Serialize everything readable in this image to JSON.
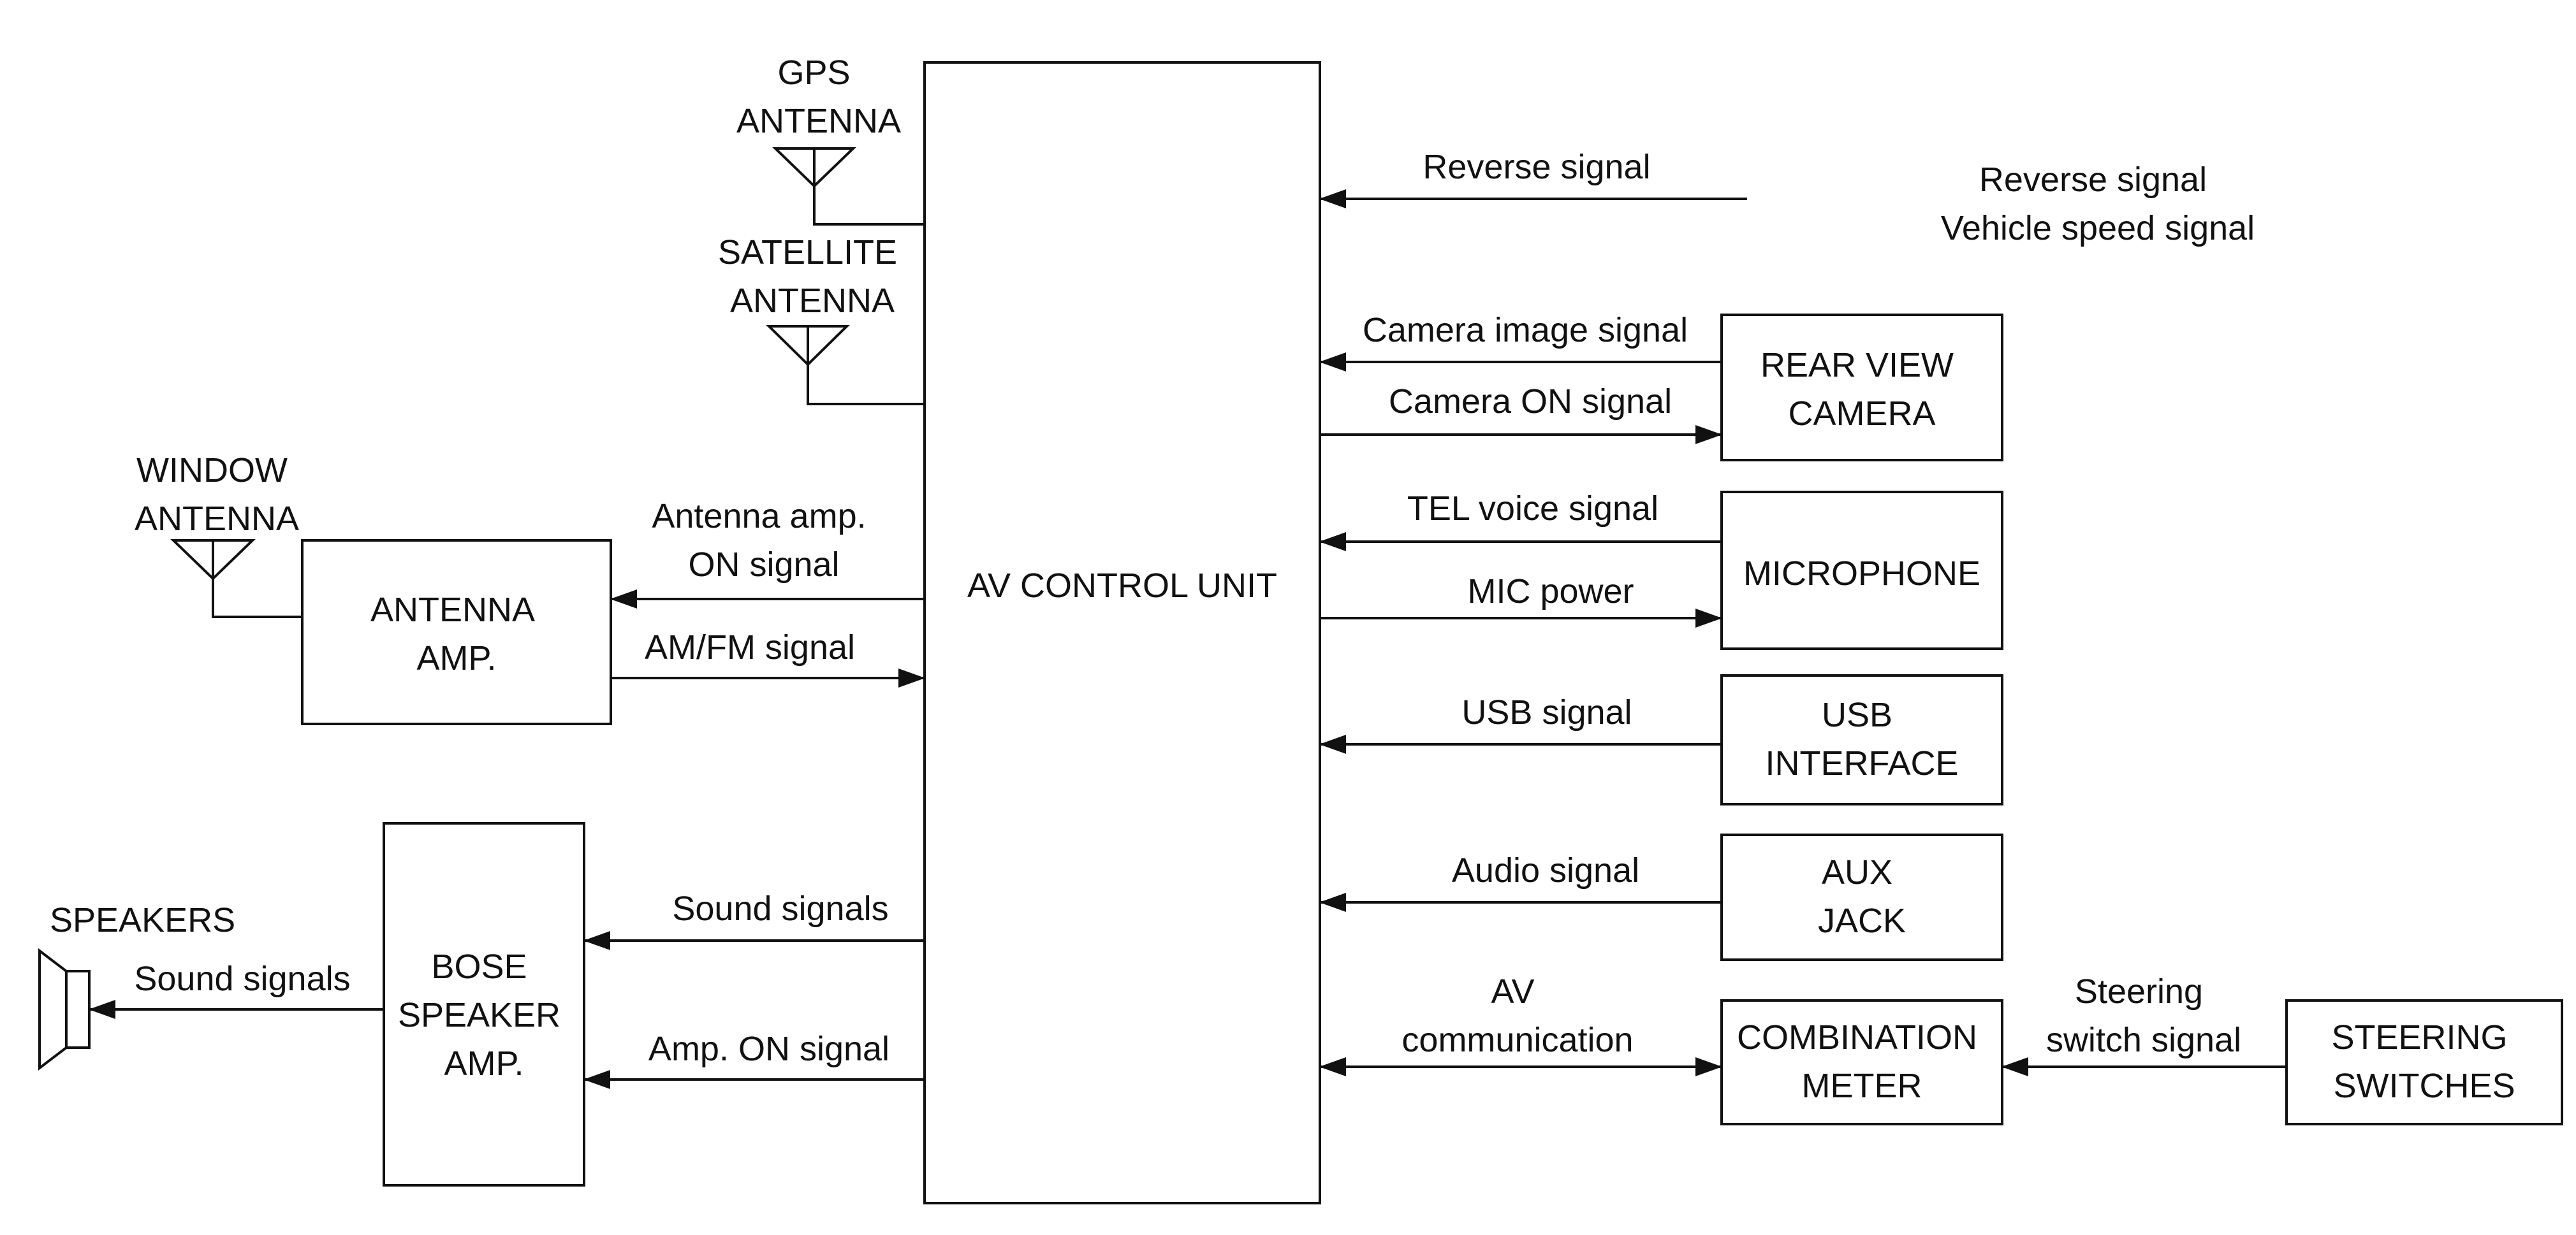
{
  "blocks": {
    "av_control_unit": [
      "AV CONTROL UNIT"
    ],
    "antenna_amp": [
      "ANTENNA",
      "AMP."
    ],
    "bose_amp": [
      "BOSE",
      "SPEAKER",
      "AMP."
    ],
    "rear_view_camera": [
      "REAR VIEW",
      "CAMERA"
    ],
    "microphone": [
      "MICROPHONE"
    ],
    "usb_interface": [
      "USB",
      "INTERFACE"
    ],
    "aux_jack": [
      "AUX",
      "JACK"
    ],
    "combination_meter": [
      "COMBINATION",
      "METER"
    ],
    "steering_switches": [
      "STEERING",
      "SWITCHES"
    ]
  },
  "labels": {
    "gps_antenna": [
      "GPS",
      "ANTENNA"
    ],
    "satellite_antenna": [
      "SATELLITE",
      "ANTENNA"
    ],
    "window_antenna": [
      "WINDOW",
      "ANTENNA"
    ],
    "speakers": [
      "SPEAKERS"
    ],
    "reverse_source": [
      "Reverse signal",
      "Vehicle speed signal"
    ]
  },
  "signals": {
    "reverse": [
      "Reverse signal"
    ],
    "camera_image": [
      "Camera image signal"
    ],
    "camera_on": [
      "Camera ON signal"
    ],
    "tel_voice": [
      "TEL voice signal"
    ],
    "mic_power": [
      "MIC power"
    ],
    "usb": [
      "USB signal"
    ],
    "audio": [
      "Audio signal"
    ],
    "av_comm": [
      "AV",
      "communication"
    ],
    "steering_sw": [
      "Steering",
      "switch signal"
    ],
    "antenna_amp_on": [
      "Antenna amp.",
      "ON signal"
    ],
    "am_fm": [
      "AM/FM signal"
    ],
    "sound_to_amp": [
      "Sound signals"
    ],
    "amp_on": [
      "Amp. ON signal"
    ],
    "sound_to_speakers": [
      "Sound signals"
    ]
  }
}
